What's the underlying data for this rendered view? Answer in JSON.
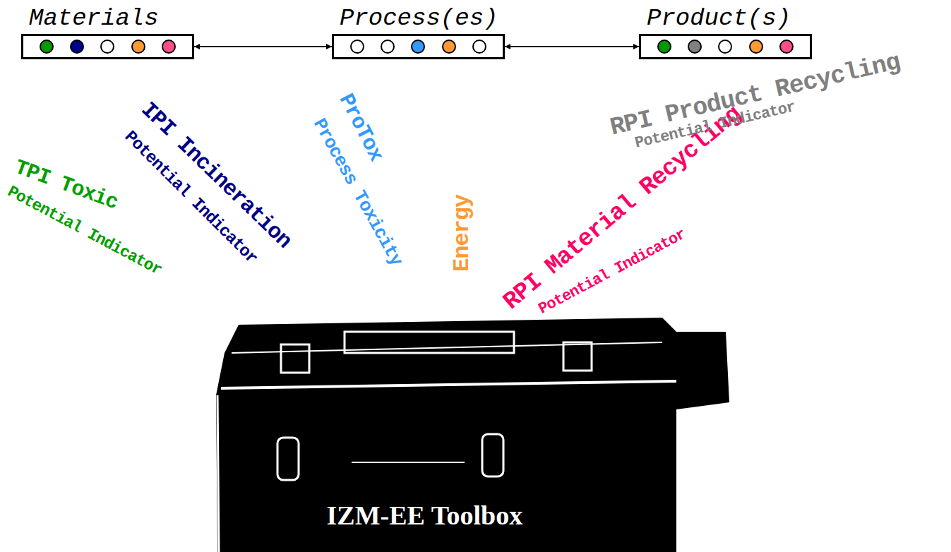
{
  "diagram": {
    "nodes": [
      {
        "text": [
          "Materials"
        ]
      },
      {
        "text": [
          "Process(es)"
        ]
      },
      {
        "text": [
          "Product(s)"
        ]
      },
      {
        "text": [
          "IZM-EE Toolbox"
        ]
      }
    ],
    "edges": [
      {
        "from": 0,
        "to": 1,
        "arrow": "both"
      },
      {
        "from": 1,
        "to": 2,
        "arrow": "both"
      }
    ],
    "labels": [
      "TPI Toxic",
      "Potential Indicator",
      "IPI Incineration",
      "Potential Indicator",
      "ProTox",
      "Process Toxicity",
      "Energy",
      "RPI Material Recycling",
      "Potential Indicator",
      "RPI Product Recycling",
      "Potential Indicator"
    ]
  }
}
